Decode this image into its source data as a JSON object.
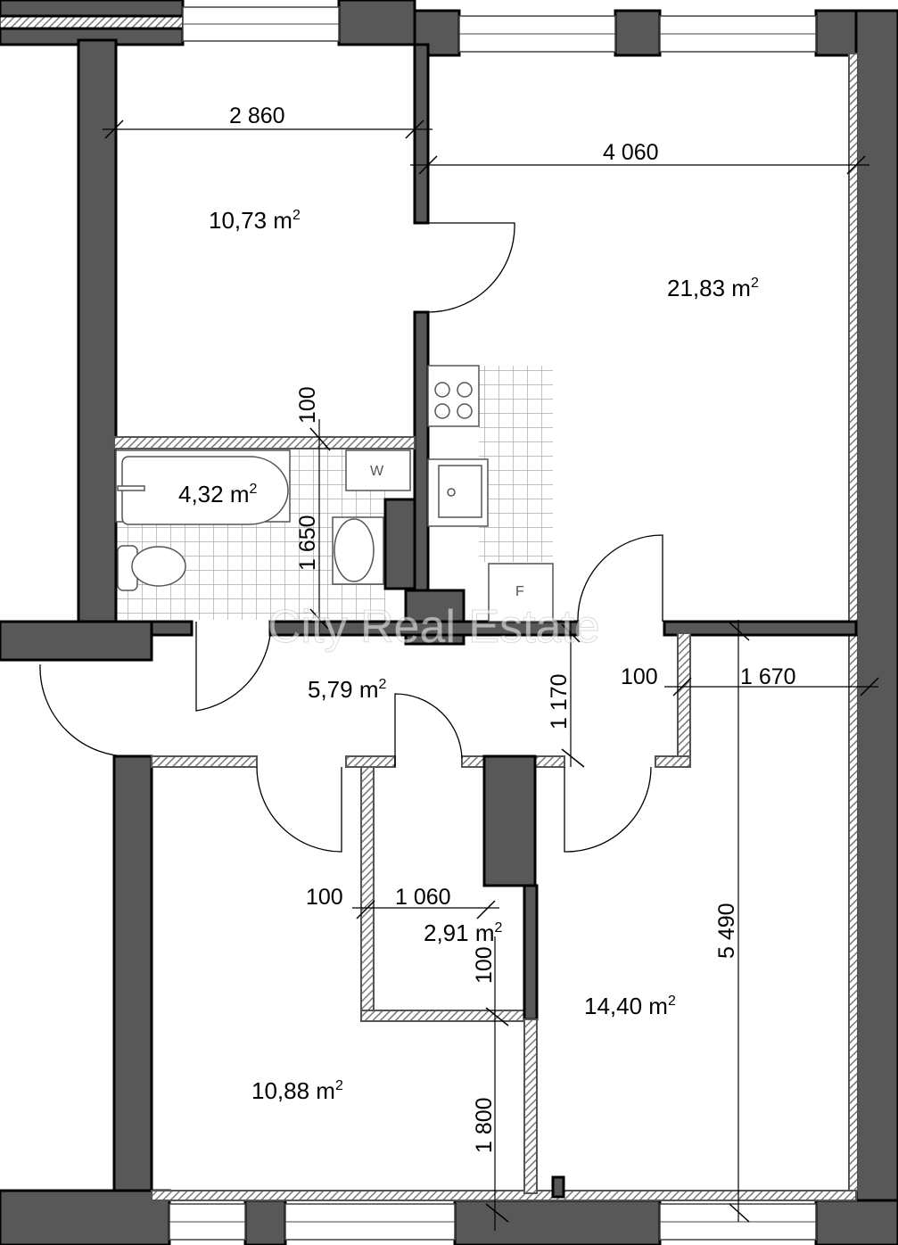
{
  "rooms": [
    {
      "area": "10,73 m",
      "sup": "2"
    },
    {
      "area": "21,83 m",
      "sup": "2"
    },
    {
      "area": "4,32 m",
      "sup": "2"
    },
    {
      "area": "5,79 m",
      "sup": "2"
    },
    {
      "area": "2,91 m",
      "sup": "2"
    },
    {
      "area": "14,40 m",
      "sup": "2"
    },
    {
      "area": "10,88 m",
      "sup": "2"
    }
  ],
  "dimensions": {
    "d2860": "2 860",
    "d4060": "4 060",
    "d100a": "100",
    "d1650": "1 650",
    "d1170": "1 170",
    "d100b": "100",
    "d1670": "1 670",
    "d100c": "100",
    "d1060": "1 060",
    "d100d": "100",
    "d5490": "5 490",
    "d1800": "1 800"
  },
  "appliances": {
    "washer": "W",
    "fridge": "F"
  },
  "watermark": "City Real Estate"
}
